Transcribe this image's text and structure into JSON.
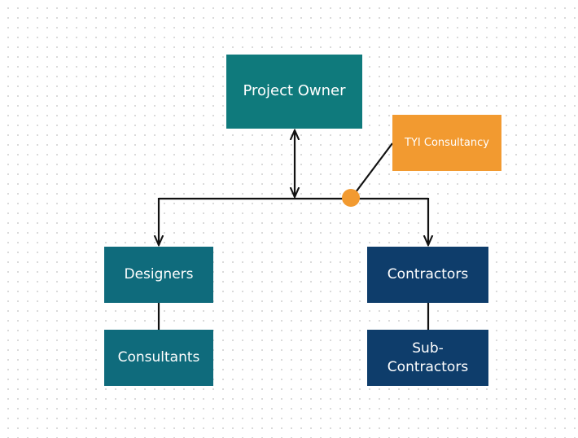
{
  "diagram": {
    "nodes": {
      "project_owner": {
        "label": "Project Owner",
        "color": "#0f7a7c"
      },
      "tyi_consultancy": {
        "label": "TYI Consultancy",
        "color": "#f29a30"
      },
      "designers": {
        "label": "Designers",
        "color": "#0f6b7c"
      },
      "consultants": {
        "label": "Consultants",
        "color": "#0f6b7c"
      },
      "contractors": {
        "label": "Contractors",
        "color": "#0e3d6b"
      },
      "sub_contractors": {
        "label": "Sub-Contractors",
        "color": "#0e3d6b"
      }
    },
    "connector_color": "#111111",
    "junction_color": "#f29a30",
    "edges": [
      {
        "from": "project_owner",
        "to": "hub",
        "type": "double-arrow"
      },
      {
        "from": "hub",
        "to": "designers",
        "type": "arrow"
      },
      {
        "from": "hub",
        "to": "contractors",
        "type": "arrow"
      },
      {
        "from": "hub",
        "to": "tyi_consultancy",
        "type": "line"
      },
      {
        "from": "designers",
        "to": "consultants",
        "type": "line"
      },
      {
        "from": "contractors",
        "to": "sub_contractors",
        "type": "line"
      }
    ]
  }
}
